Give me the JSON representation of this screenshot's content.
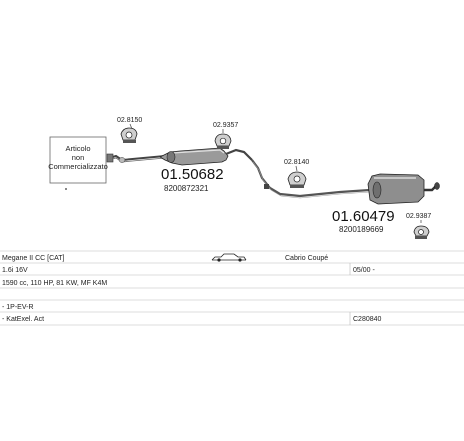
{
  "note_box": [
    "Articolo",
    "non",
    "Commercializzato"
  ],
  "parts": [
    {
      "clamp_code": "02.8150"
    },
    {
      "clamp_code": "02.9357"
    },
    {
      "part_no": "01.50682",
      "oem": "8200872321"
    },
    {
      "clamp_code": "02.8140"
    },
    {
      "part_no": "01.60479",
      "oem": "8200189669"
    },
    {
      "clamp_code": "02.9387"
    }
  ],
  "info": {
    "model": "Megane II CC [CAT]",
    "body": "Cabrio Coupé",
    "engine": "1.6i 16V",
    "date": "05/00 -",
    "spec": "1590 cc, 110 HP, 81 KW, MF K4M",
    "row4": "- 1P-EV-R",
    "kat": "- KatExel. Act",
    "code": "C280840"
  },
  "icons": [
    "car-silhouette-icon"
  ]
}
